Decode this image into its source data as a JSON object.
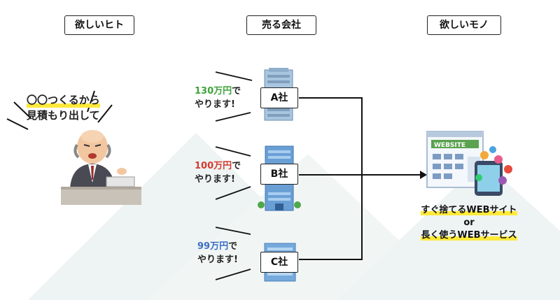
{
  "headers": {
    "customer": "欲しいヒト",
    "vendors": "売る会社",
    "product": "欲しいモノ"
  },
  "speech": {
    "line1": "〇〇つくるから",
    "line2": "見積もり出して"
  },
  "companies": [
    {
      "name": "A社",
      "price": "130万円",
      "price_suffix": "で",
      "line2": "やります!",
      "price_color": "#3fa33c"
    },
    {
      "name": "B社",
      "price": "100万円",
      "price_suffix": "で",
      "line2": "やります!",
      "price_color": "#d63a2f"
    },
    {
      "name": "C社",
      "price": "99万円",
      "price_suffix": "で",
      "line2": "やります!",
      "price_color": "#3b6fc4"
    }
  ],
  "website_label": "WEBSITE",
  "result": {
    "line1": "すぐ捨てるWEBサイト",
    "line2": "or",
    "line3": "長く使うWEBサービス"
  },
  "colors": {
    "mountain": "#eef4f3",
    "highlight": "#ffe93b",
    "line": "#111111"
  }
}
